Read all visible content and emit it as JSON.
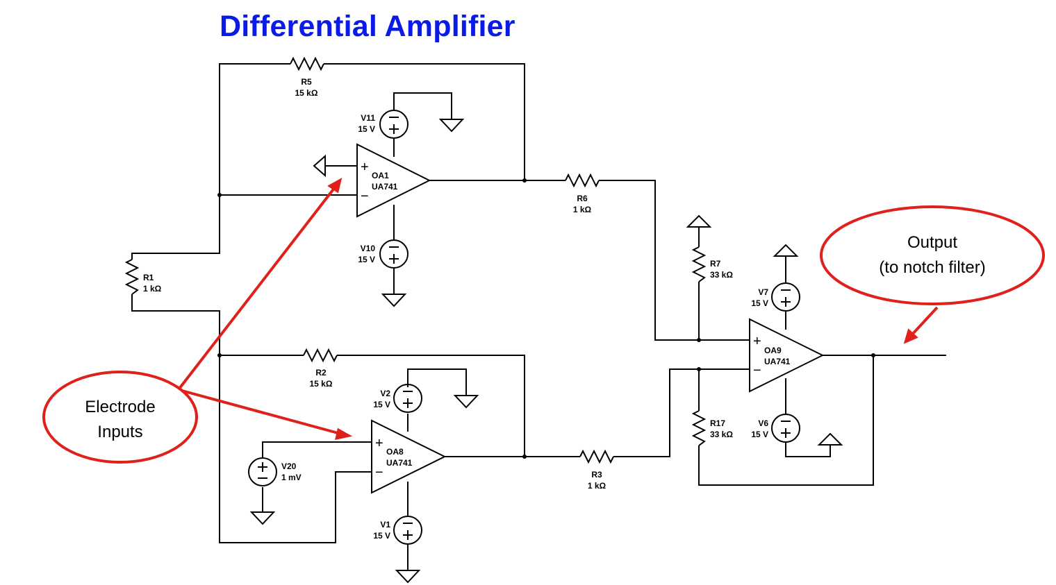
{
  "title": "Differential Amplifier",
  "colors": {
    "title": "#0a1be8",
    "annotation": "#e0201b",
    "wire": "#000000"
  },
  "components": {
    "R5": {
      "name": "R5",
      "value": "15 kΩ"
    },
    "R6": {
      "name": "R6",
      "value": "1 kΩ"
    },
    "R1": {
      "name": "R1",
      "value": "1 kΩ"
    },
    "R2": {
      "name": "R2",
      "value": "15 kΩ"
    },
    "R3": {
      "name": "R3",
      "value": "1 kΩ"
    },
    "R7": {
      "name": "R7",
      "value": "33 kΩ"
    },
    "R17": {
      "name": "R17",
      "value": "33 kΩ"
    },
    "V11": {
      "name": "V11",
      "value": "15 V"
    },
    "V10": {
      "name": "V10",
      "value": "15 V"
    },
    "V2": {
      "name": "V2",
      "value": "15 V"
    },
    "V1": {
      "name": "V1",
      "value": "15 V"
    },
    "V7": {
      "name": "V7",
      "value": "15 V"
    },
    "V6": {
      "name": "V6",
      "value": "15 V"
    },
    "V20": {
      "name": "V20",
      "value": "1 mV"
    },
    "OA1": {
      "name": "OA1",
      "model": "UA741"
    },
    "OA8": {
      "name": "OA8",
      "model": "UA741"
    },
    "OA9": {
      "name": "OA9",
      "model": "UA741"
    }
  },
  "symbols": {
    "plus": "+",
    "minus": "−"
  },
  "annotations": {
    "electrode": {
      "line1": "Electrode",
      "line2": "Inputs"
    },
    "output": {
      "line1": "Output",
      "line2": "(to notch filter)"
    }
  }
}
